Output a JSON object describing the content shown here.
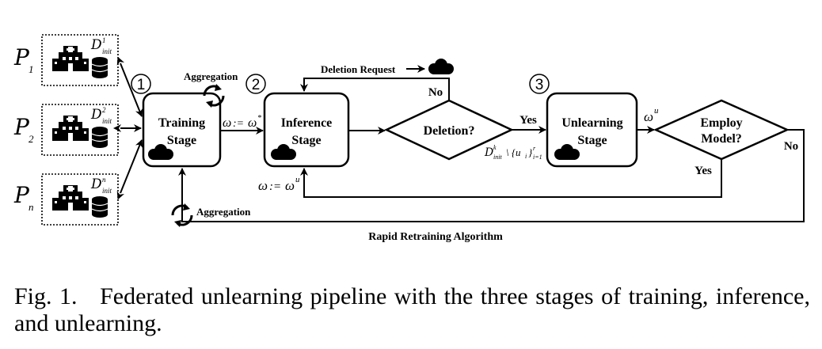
{
  "participants": [
    {
      "label": "P",
      "sub": "1",
      "data_label": "D",
      "data_sup": "1",
      "data_sub": "init"
    },
    {
      "label": "P",
      "sub": "2",
      "data_label": "D",
      "data_sup": "2",
      "data_sub": "init"
    },
    {
      "label": "P",
      "sub": "n",
      "data_label": "D",
      "data_sup": "n",
      "data_sub": "init"
    }
  ],
  "icons": {
    "hospital": "hospital-icon",
    "database": "database-icon",
    "cloud": "cloud-icon",
    "cycle": "cycle-arrows-icon"
  },
  "stages": {
    "training": {
      "number": "1",
      "line1": "Training",
      "line2": "Stage"
    },
    "inference": {
      "number": "2",
      "line1": "Inference",
      "line2": "Stage"
    },
    "unlearning": {
      "number": "3",
      "line1": "Unlearning",
      "line2": "Stage"
    }
  },
  "decisions": {
    "deletion": {
      "label": "Deletion?"
    },
    "employ": {
      "line1": "Employ",
      "line2": "Model?"
    }
  },
  "labels": {
    "aggregation_top": "Aggregation",
    "aggregation_bottom": "Aggregation",
    "deletion_request": "Deletion Request",
    "no_top": "No",
    "yes_deletion": "Yes",
    "no_right": "No",
    "yes_employ": "Yes",
    "rapid_retraining": "Rapid Retraining Algorithm"
  },
  "equations": {
    "train_to_inference": {
      "lhs": "ω",
      "op": ":=",
      "rhs": "ω",
      "sup": "*"
    },
    "unlearned_assign": {
      "lhs": "ω",
      "op": ":=",
      "rhs": "ω",
      "sup": "u"
    },
    "unlearned_out": {
      "sym": "ω",
      "sup": "u"
    },
    "deleted_set": {
      "base": "D",
      "sup": "k",
      "sub": "init",
      "rest": "\\ {u",
      "rest_sub": "i",
      "close": "}",
      "set_sup": "r",
      "set_sub": "i=1"
    }
  },
  "caption": {
    "prefix": "Fig. 1.",
    "text": "Federated unlearning pipeline with the three stages of training, inference, and unlearning."
  }
}
